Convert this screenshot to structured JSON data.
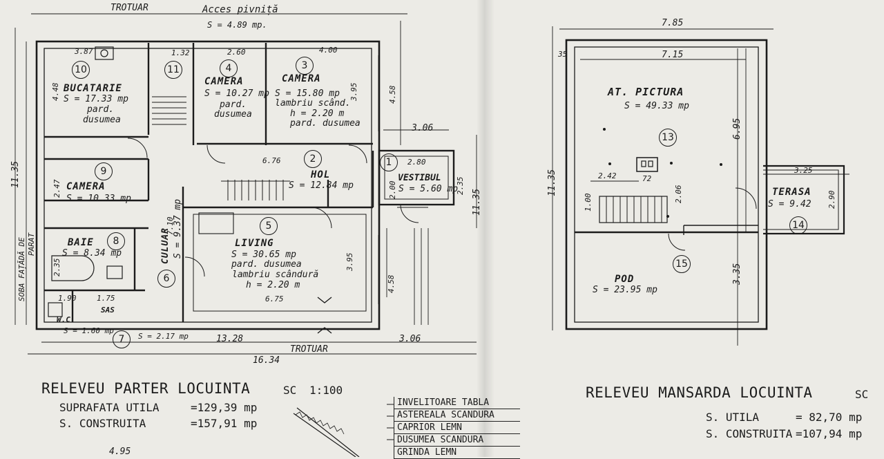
{
  "ground_floor": {
    "title": "RELEVEU PARTER LOCUINTA",
    "scale_label": "SC",
    "scale_value": "1:100",
    "area_useful_label": "SUPRAFATA UTILA",
    "area_useful_value": "=129,39 mp",
    "area_built_label": "S. CONSTRUITA",
    "area_built_value": "=157,91 mp",
    "top_label": "TROTUAR",
    "bottom_label": "TROTUAR",
    "basement_access": "Acces pivniță",
    "basement_area": "S = 4.89 mp.",
    "left_side_label_1": "SOBA FAȚĂDĂ DE",
    "left_side_label_2": "PARAT",
    "rooms": [
      {
        "num": "10",
        "name": "BUCATARIE",
        "area": "S = 17.33 mp",
        "note1": "pard.",
        "note2": "dusumea"
      },
      {
        "num": "11",
        "name": "",
        "area": "",
        "note1": "",
        "note2": ""
      },
      {
        "num": "4",
        "name": "CAMERA",
        "area": "S = 10.27 mp",
        "note1": "pard.",
        "note2": "dusumea"
      },
      {
        "num": "3",
        "name": "CAMERA",
        "area": "S = 15.80 mp",
        "note1": "lambriu scând.",
        "note2": "h = 2.20 m",
        "note3": "pard. dusumea"
      },
      {
        "num": "9",
        "name": "CAMERA",
        "area": "S = 10.33 mp",
        "note1": "",
        "note2": ""
      },
      {
        "num": "2",
        "name": "HOL",
        "area": "S = 12.84 mp",
        "note1": "",
        "note2": ""
      },
      {
        "num": "1",
        "name": "VESTIBUL",
        "area": "S = 5.60 mp",
        "note1": "",
        "note2": ""
      },
      {
        "num": "8",
        "name": "BAIE",
        "area": "S = 8.34 mp",
        "note1": "",
        "note2": ""
      },
      {
        "num": "5",
        "name": "LIVING",
        "area": "S = 30.65 mp",
        "note1": "pard. dusumea",
        "note2": "lambriu scândură",
        "note3": "h = 2.20 m"
      },
      {
        "num": "6",
        "name": "CULUAR",
        "area": "S = 9.37 mp",
        "note1": "",
        "note2": ""
      },
      {
        "num": "7",
        "name": "W.C",
        "area": "S = 1.60 mp",
        "note1": "SAS",
        "note2": "S = 2.17 mp"
      }
    ],
    "dims": [
      "13.28",
      "16.34",
      "3.06",
      "3.06",
      "11.35",
      "11.35",
      "6.76",
      "6.75",
      "4.00",
      "2.60",
      "3.87",
      "1.32",
      "2.80",
      "4.48",
      "3.95",
      "4.58",
      "3.95",
      "4.58",
      "2.35",
      "2.35",
      "2.47",
      "1.90",
      "1.75",
      "7.10",
      "2.00"
    ]
  },
  "attic": {
    "title": "RELEVEU MANSARDA LOCUINTA",
    "scale_label": "SC",
    "area_useful_label": "S. UTILA",
    "area_useful_value": "= 82,70 mp",
    "area_built_label": "S. CONSTRUITA",
    "area_built_value": "=107,94 mp",
    "rooms": [
      {
        "num": "13",
        "name": "AT. PICTURA",
        "area": "S = 49.33 mp"
      },
      {
        "num": "14",
        "name": "TERASA",
        "area": "S = 9.42"
      },
      {
        "num": "15",
        "name": "POD",
        "area": "S = 23.95 mp"
      }
    ],
    "dims": [
      "7.85",
      "7.15",
      "11.35",
      "6.95",
      "3.35",
      "3.25",
      "2.90",
      "2.42",
      "2.06",
      "1.00",
      "72",
      "35"
    ]
  },
  "section_legend": [
    "INVELITOARE TABLA",
    "ASTEREALA SCANDURA",
    "CAPRIOR LEMN",
    "DUSUMEA SCANDURA",
    "GRINDA LEMN"
  ],
  "bottom_fragment": "4.95"
}
